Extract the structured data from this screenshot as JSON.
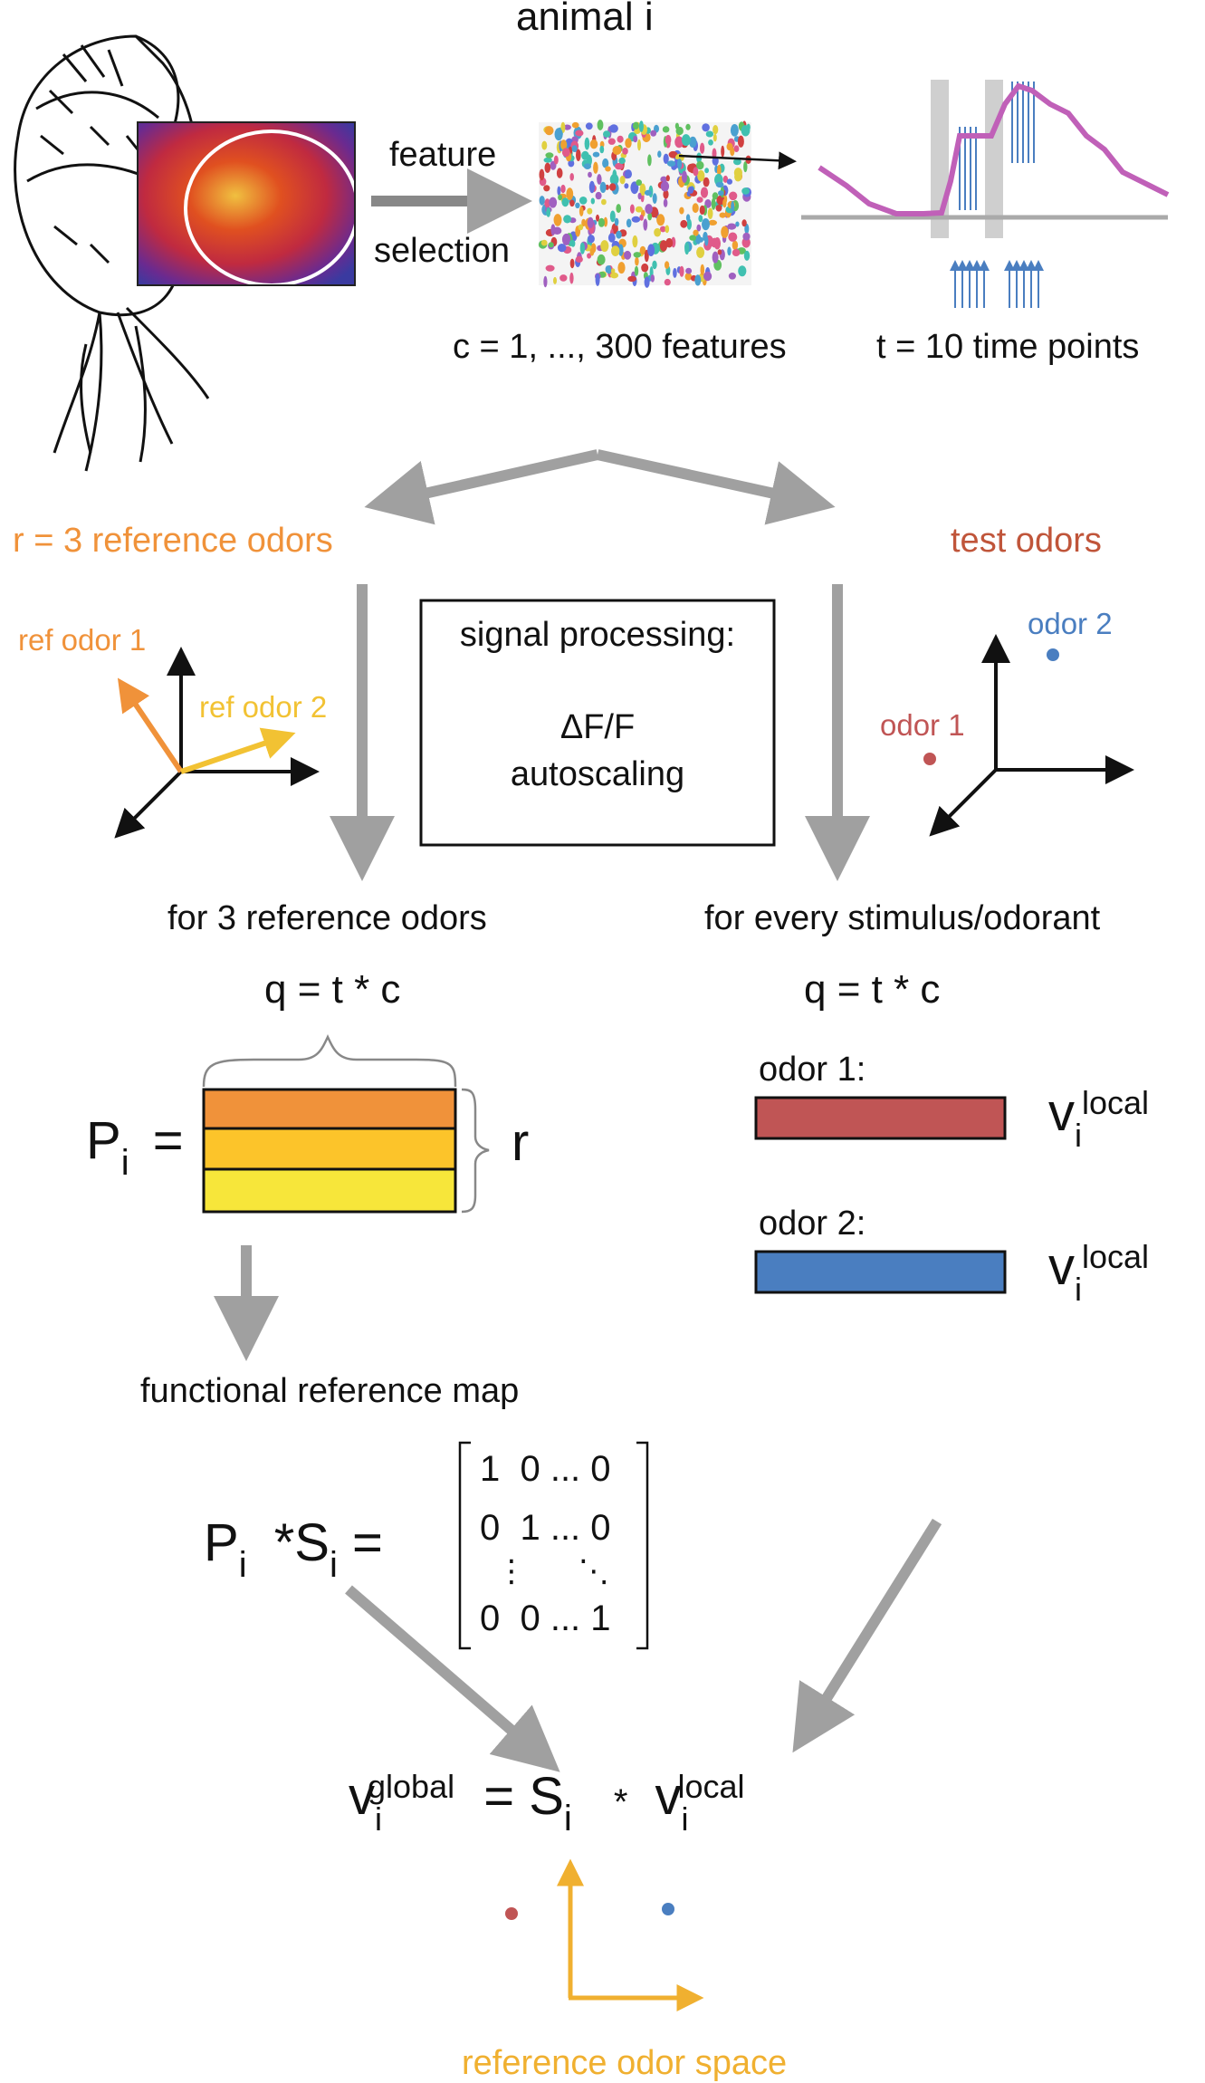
{
  "colors": {
    "arrow_gray": "#a0a0a0",
    "reference_orange": "#f0a046",
    "ref1": "#f0923a",
    "ref2": "#f2c233",
    "ref3": "#f7e63a",
    "odor1_red": "#c05555",
    "odor2_blue": "#4a7ec0",
    "test_odor_red": "#c0553a",
    "trace_magenta": "#c060b8",
    "stim_blue": "#4a7ec0"
  },
  "top": {
    "title": "animal i",
    "feature_label_1": "feature",
    "feature_label_2": "selection",
    "features_caption": "c = 1, ..., 300 features",
    "timepoints_caption": "t = 10 time points"
  },
  "reference_branch": {
    "heading": "r = 3 reference odors",
    "axis_label_1": "ref odor 1",
    "axis_label_2": "ref odor 2",
    "subheading": "for 3 reference odors",
    "q_formula": "q = t * c",
    "matrix_P": "P",
    "matrix_sub": "i",
    "equals": "=",
    "r_label": "r",
    "map_caption": "functional reference map"
  },
  "processing_box": {
    "title": "signal processing:",
    "line1": "ΔF/F",
    "line2": "autoscaling"
  },
  "test_branch": {
    "heading": "test odors",
    "point_label_1": "odor 1",
    "point_label_2": "odor 2",
    "subheading": "for every stimulus/odorant",
    "q_formula": "q = t * c",
    "odor1_label": "odor 1:",
    "odor2_label": "odor 2:",
    "v_symbol": "v",
    "v_sub": "i",
    "v_sup": "local"
  },
  "transform": {
    "P": "P",
    "P_sub": "i",
    "star": "*",
    "S": "S",
    "S_sub": "i",
    "equals": "=",
    "identity_rows": [
      "1  0 ... 0",
      "0  1 ... 0",
      "⋮      ⋱",
      "0  0 ... 1"
    ]
  },
  "final": {
    "v": "v",
    "v_sub": "i",
    "v_sup": "global",
    "equals": "=",
    "S": "S",
    "S_sub": "i",
    "star": "*",
    "v2": "v",
    "v2_sub": "i",
    "v2_sup": "local",
    "space_caption": "reference odor space"
  }
}
